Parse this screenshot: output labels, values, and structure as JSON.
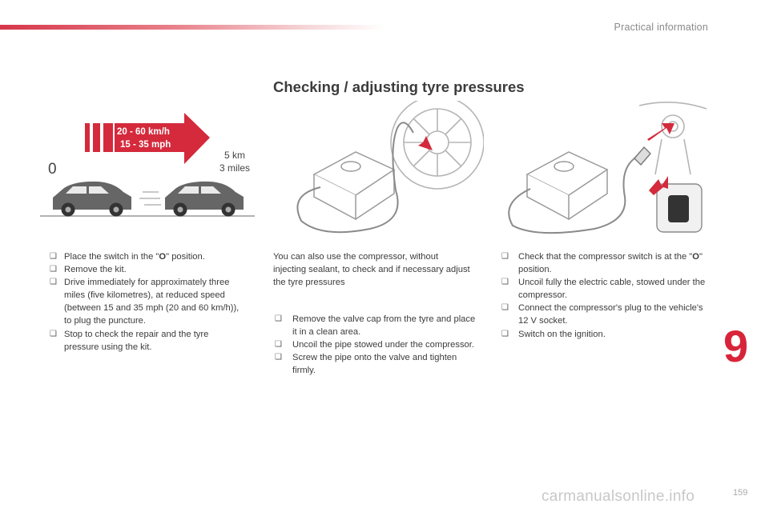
{
  "header": {
    "section": "Practical information"
  },
  "title": "Checking / adjusting tyre pressures",
  "speed_diagram": {
    "speed_kmh": "20 - 60 km/h",
    "speed_mph": "15 - 35 mph",
    "start_label": "0",
    "distance_km": "5 km",
    "distance_miles": "3 miles"
  },
  "column1": {
    "items": [
      {
        "pre": "Place the switch in the \"",
        "strong": "O",
        "post": "\" position."
      },
      {
        "pre": "Remove the kit.",
        "strong": "",
        "post": ""
      },
      {
        "pre": "Drive immediately for approximately three miles (five kilometres), at reduced speed (between 15 and 35 mph (20 and 60 km/h)), to plug the puncture.",
        "strong": "",
        "post": ""
      },
      {
        "pre": "Stop to check the repair and the tyre pressure using the kit.",
        "strong": "",
        "post": ""
      }
    ]
  },
  "column2": {
    "intro": "You can also use the compressor, without injecting sealant, to check and if necessary adjust the tyre pressures",
    "items": [
      "Remove the valve cap from the tyre and place it in a clean area.",
      "Uncoil the pipe stowed under the compressor.",
      "Screw the pipe onto the valve and tighten firmly."
    ]
  },
  "column3": {
    "items": [
      {
        "pre": "Check that the compressor switch is at the \"",
        "strong": "O",
        "post": "\" position."
      },
      {
        "pre": "Uncoil fully the electric cable, stowed under the compressor.",
        "strong": "",
        "post": ""
      },
      {
        "pre": "Connect the compressor's plug to the vehicle's 12 V socket.",
        "strong": "",
        "post": ""
      },
      {
        "pre": "Switch on the ignition.",
        "strong": "",
        "post": ""
      }
    ]
  },
  "bullet_glyph": "❑",
  "chapter_number": "9",
  "page_number": "159",
  "watermark": "carmanualsonline.info",
  "colors": {
    "accent": "#d8243a",
    "arrow": "#d42a3c"
  }
}
